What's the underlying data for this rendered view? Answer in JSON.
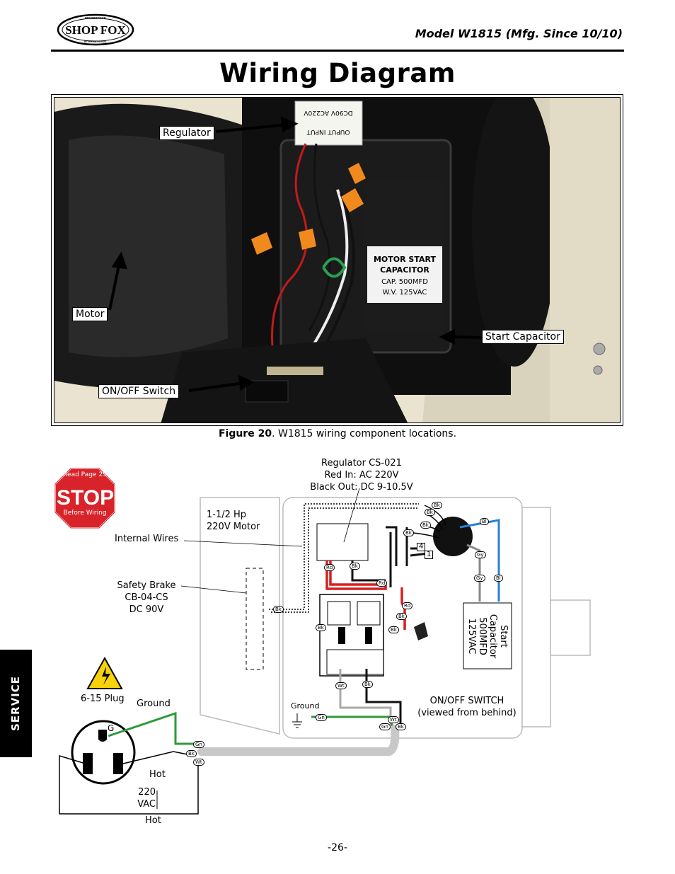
{
  "header": {
    "brand": "SHOP FOX",
    "logo_small_top": "WOODSTOCK",
    "logo_small_bottom": "INTERNATIONAL",
    "model": "Model W1815 (Mfg. Since 10/10)"
  },
  "page_title": "Wiring Diagram",
  "photo": {
    "callouts": {
      "regulator": "Regulator",
      "motor": "Motor",
      "on_off_switch": "ON/OFF Switch",
      "start_capacitor": "Start Capacitor"
    },
    "regulator_sticker_1": "DC90V  AC220V",
    "regulator_sticker_2": "OUPUT  INPUT",
    "capacitor_label_1": "MOTOR START",
    "capacitor_label_2": "CAPACITOR",
    "capacitor_label_3": "CAP. 500MFD",
    "capacitor_label_4": "W.V. 125VAC"
  },
  "caption": {
    "figure_label": "Figure 20",
    "figure_text": ". W1815 wiring component locations."
  },
  "diagram": {
    "stop_sign": {
      "top": "Read Page 25",
      "word": "STOP",
      "bottom": "Before Wiring"
    },
    "regulator_info": [
      "Regulator CS-021",
      "Red In: AC 220V",
      "Black Out: DC 9-10.5V"
    ],
    "motor_label": [
      "1-1/2 Hp",
      "220V Motor"
    ],
    "internal_wires": "Internal Wires",
    "safety_brake": [
      "Safety Brake",
      "CB-04-CS",
      "DC 90V"
    ],
    "plug": "6-15 Plug",
    "ground_left": "Ground",
    "ground_inner": "Ground",
    "plug_g": "G",
    "hot_top": "Hot",
    "voltage": [
      "220",
      "VAC"
    ],
    "hot_bottom": "Hot",
    "switch_label": [
      "ON/OFF SWITCH",
      "(viewed from behind)"
    ],
    "capacitor": [
      "Start",
      "Capacitor",
      "500MFD",
      "125VAC"
    ],
    "terminal_4": "4",
    "terminal_1": "1",
    "wire_tags": {
      "bk": "Bk",
      "rd": "Rd",
      "wt": "Wt",
      "gn": "Gn",
      "gy": "Gy",
      "bl": "Bl"
    },
    "colors": {
      "black": "#111111",
      "red": "#d42020",
      "green": "#2e9a3a",
      "blue": "#2a7fd0",
      "white_wire": "#f4f4f4",
      "gray_cable": "#c8c8c8",
      "stop_red": "#d8232a",
      "warning_yellow": "#f5d20a"
    }
  },
  "side_tab": "SERVICE",
  "page_number": "-26-"
}
